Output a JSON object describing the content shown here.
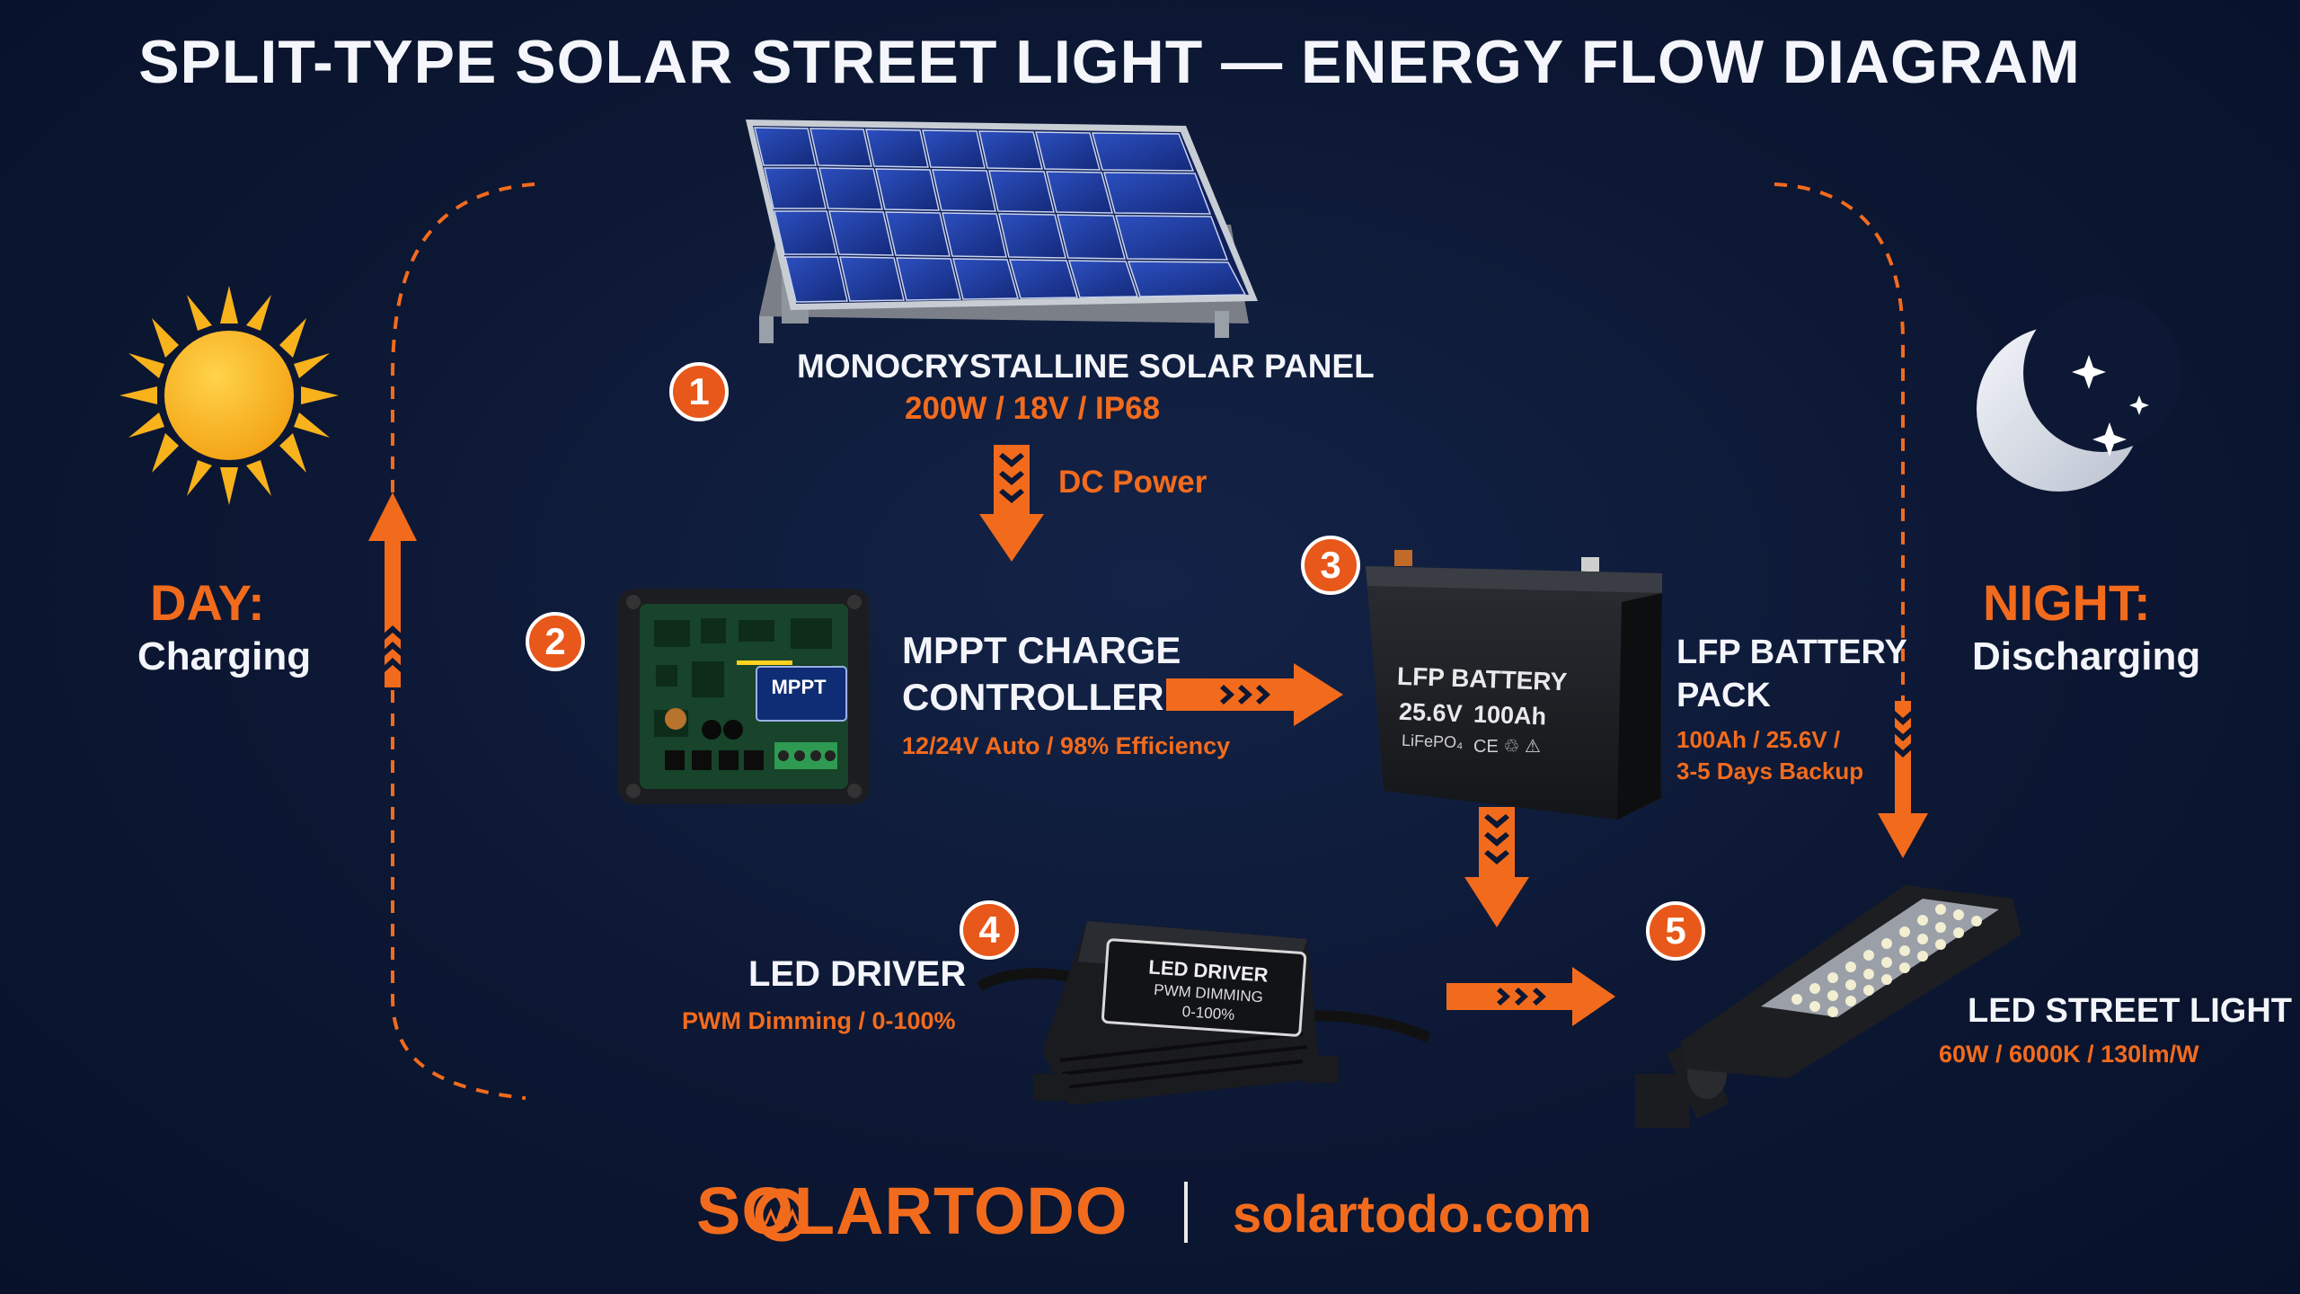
{
  "title": "SPLIT-TYPE SOLAR STREET LIGHT — ENERGY FLOW DIAGRAM",
  "colors": {
    "accent": "#f26b1d",
    "background": "#0b1530",
    "badge": "#e8581a",
    "sun": "#f7b21c"
  },
  "day": {
    "label": "DAY:",
    "sub": "Charging"
  },
  "night": {
    "label": "NIGHT:",
    "sub": "Discharging"
  },
  "steps": [
    {
      "n": "1",
      "name": "MONOCRYSTALLINE SOLAR PANEL",
      "spec": "200W / 18V / IP68"
    },
    {
      "n": "2",
      "name_line1": "MPPT CHARGE",
      "name_line2": "CONTROLLER",
      "spec": "12/24V Auto / 98% Efficiency",
      "device_label": "MPPT"
    },
    {
      "n": "3",
      "name_line1": "LFP BATTERY",
      "name_line2": "PACK",
      "spec_line1": "100Ah / 25.6V /",
      "spec_line2": "3-5 Days Backup",
      "device_label1": "LFP BATTERY",
      "device_label2": "25.6V",
      "device_label3": "100Ah",
      "device_label4": "LiFePO₄"
    },
    {
      "n": "4",
      "name": "LED DRIVER",
      "spec": "PWM Dimming / 0-100%",
      "device_label1": "LED DRIVER",
      "device_label2": "PWM DIMMING",
      "device_label3": "0-100%"
    },
    {
      "n": "5",
      "name": "LED STREET LIGHT",
      "spec": "60W / 6000K / 130lm/W"
    }
  ],
  "flow_label": "DC Power",
  "footer": {
    "brand": "SOLARTODO",
    "site": "solartodo.com"
  }
}
